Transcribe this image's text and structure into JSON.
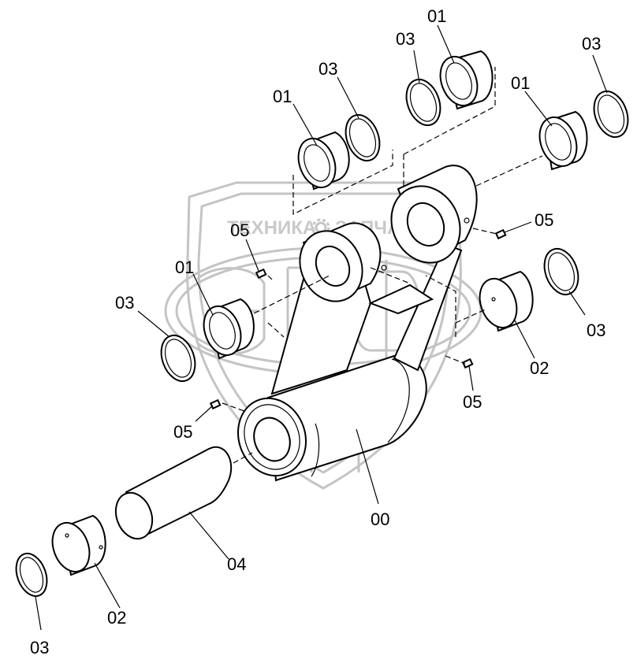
{
  "watermark": {
    "left_text": "ТЕХНИКА",
    "right_text": "ЗАПЧАСТИ",
    "gear_icon": "gear-icon",
    "shield_icon": "shield-icon",
    "color": "#c4c4c4"
  },
  "callouts": {
    "c01_top_left": "01",
    "c03_top_left": "03",
    "c03_top_mid": "03",
    "c01_top_mid": "01",
    "c01_right": "01",
    "c03_top_right": "03",
    "c05_upper_left": "05",
    "c01_left": "01",
    "c05_right": "05",
    "c03_left": "03",
    "c03_right": "03",
    "c02_right": "02",
    "c05_lower_right": "05",
    "c05_lower_left": "05",
    "c00_body": "00",
    "c04_pin": "04",
    "c02_bottom": "02",
    "c03_bottom": "03"
  }
}
